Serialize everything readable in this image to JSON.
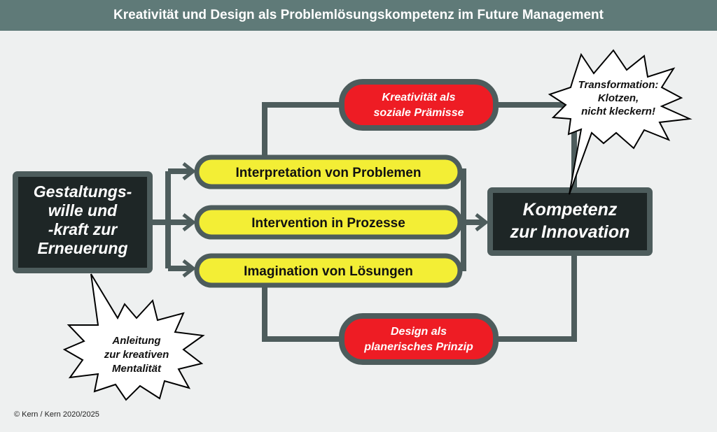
{
  "header": {
    "title": "Kreativität und Design als Problemlösungskompetenz im Future Management"
  },
  "left_box": {
    "lines": [
      "Gestaltungs-",
      "wille und",
      "-kraft zur",
      "Erneuerung"
    ]
  },
  "right_box": {
    "lines": [
      "Kompetenz",
      "zur Innovation"
    ]
  },
  "yellow_pills": [
    "Interpretation von Problemen",
    "Intervention in Prozesse",
    "Imagination von Lösungen"
  ],
  "red_pills": [
    {
      "lines": [
        "Kreativität als",
        "soziale Prämisse"
      ]
    },
    {
      "lines": [
        "Design als",
        "planerisches Prinzip"
      ]
    }
  ],
  "burst_top": {
    "lines": [
      "Transformation:",
      "Klotzen,",
      "nicht kleckern!"
    ]
  },
  "burst_bottom": {
    "lines": [
      "Anleitung",
      "zur kreativen",
      "Mentalität"
    ]
  },
  "footer": {
    "copyright": "© Kern / Kern 2020/2025"
  },
  "colors": {
    "header": "#5f7a78",
    "line": "#4d5c5c",
    "dark": "#1e2626",
    "yellow": "#f3ee35",
    "red": "#ee1c24"
  }
}
